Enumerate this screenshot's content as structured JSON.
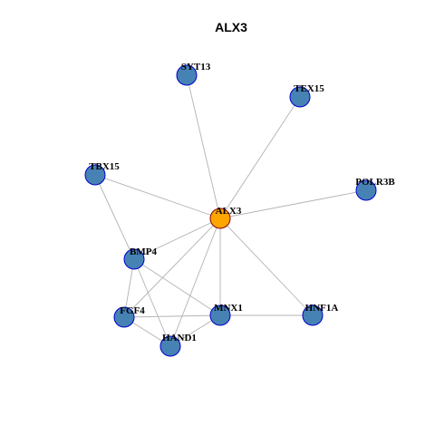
{
  "graph": {
    "title": "ALX3",
    "colors": {
      "center_fill": "#FFA500",
      "center_stroke": "#8B0000",
      "node_fill": "#4682B4",
      "node_stroke": "#0000CD",
      "edge": "#B3B3B3"
    },
    "nodes": [
      {
        "id": "ALX3",
        "label": "ALX3",
        "center": true
      },
      {
        "id": "SYT13",
        "label": "SYT13"
      },
      {
        "id": "TEX15",
        "label": "TEX15"
      },
      {
        "id": "TBX15",
        "label": "TBX15"
      },
      {
        "id": "POLR3B",
        "label": "POLR3B"
      },
      {
        "id": "BMP4",
        "label": "BMP4"
      },
      {
        "id": "FGF4",
        "label": "FGF4"
      },
      {
        "id": "MNX1",
        "label": "MNX1"
      },
      {
        "id": "HNF1A",
        "label": "HNF1A"
      },
      {
        "id": "HAND1",
        "label": "HAND1"
      }
    ],
    "edges": [
      [
        "ALX3",
        "SYT13"
      ],
      [
        "ALX3",
        "TEX15"
      ],
      [
        "ALX3",
        "TBX15"
      ],
      [
        "ALX3",
        "POLR3B"
      ],
      [
        "ALX3",
        "BMP4"
      ],
      [
        "ALX3",
        "FGF4"
      ],
      [
        "ALX3",
        "MNX1"
      ],
      [
        "ALX3",
        "HNF1A"
      ],
      [
        "ALX3",
        "HAND1"
      ],
      [
        "TBX15",
        "BMP4"
      ],
      [
        "BMP4",
        "FGF4"
      ],
      [
        "BMP4",
        "MNX1"
      ],
      [
        "BMP4",
        "HAND1"
      ],
      [
        "FGF4",
        "MNX1"
      ],
      [
        "FGF4",
        "HAND1"
      ],
      [
        "MNX1",
        "HNF1A"
      ],
      [
        "MNX1",
        "HAND1"
      ]
    ]
  }
}
